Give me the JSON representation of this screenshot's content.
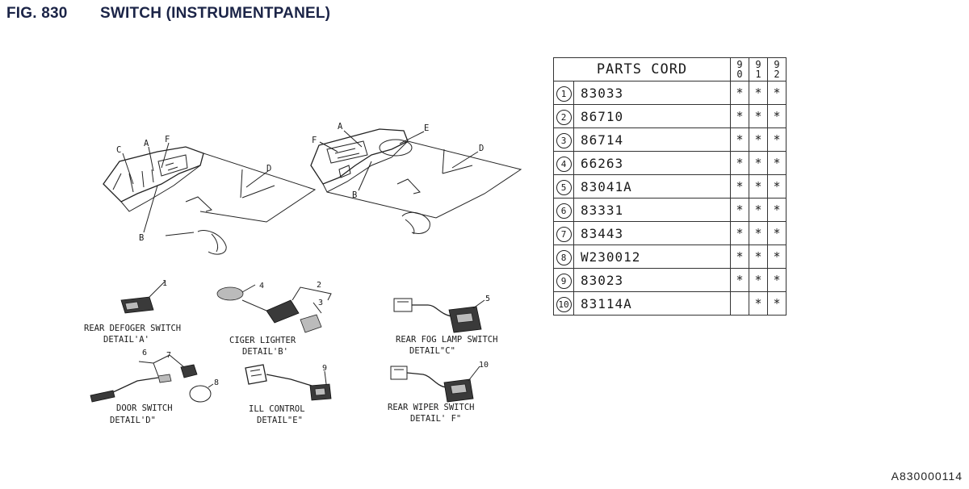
{
  "figure": {
    "number": "FIG. 830",
    "title": "SWITCH (INSTRUMENTPANEL)"
  },
  "overview_labels": {
    "left": {
      "c": "C",
      "a": "A",
      "f": "F",
      "d": "D",
      "b": "B"
    },
    "right": {
      "a": "A",
      "e": "E",
      "f": "F",
      "d": "D",
      "b": "B"
    }
  },
  "details": [
    {
      "callouts": [
        "1"
      ],
      "line1": "REAR DEFOGER SWITCH",
      "line2": "DETAIL'A'"
    },
    {
      "callouts": [
        "4",
        "2",
        "3"
      ],
      "line1": "CIGER LIGHTER",
      "line2": "DETAIL'B'"
    },
    {
      "callouts": [
        "5"
      ],
      "line1": "REAR FOG LAMP SWITCH",
      "line2": "DETAIL\"C\""
    },
    {
      "callouts": [
        "6",
        "7",
        "8"
      ],
      "line1": "DOOR SWITCH",
      "line2": "DETAIL'D\""
    },
    {
      "callouts": [
        "9"
      ],
      "line1": "ILL CONTROL",
      "line2": "DETAIL\"E\""
    },
    {
      "callouts": [
        "10"
      ],
      "line1": "REAR WIPER SWITCH",
      "line2": "DETAIL' F\""
    }
  ],
  "parts_table": {
    "header": "PARTS CORD",
    "years": [
      [
        "9",
        "0"
      ],
      [
        "9",
        "1"
      ],
      [
        "9",
        "2"
      ]
    ],
    "rows": [
      {
        "index": "1",
        "part": "83033",
        "marks": [
          "*",
          "*",
          "*"
        ]
      },
      {
        "index": "2",
        "part": "86710",
        "marks": [
          "*",
          "*",
          "*"
        ]
      },
      {
        "index": "3",
        "part": "86714",
        "marks": [
          "*",
          "*",
          "*"
        ]
      },
      {
        "index": "4",
        "part": "66263",
        "marks": [
          "*",
          "*",
          "*"
        ]
      },
      {
        "index": "5",
        "part": "83041A",
        "marks": [
          "*",
          "*",
          "*"
        ]
      },
      {
        "index": "6",
        "part": "83331",
        "marks": [
          "*",
          "*",
          "*"
        ]
      },
      {
        "index": "7",
        "part": "83443",
        "marks": [
          "*",
          "*",
          "*"
        ]
      },
      {
        "index": "8",
        "part": "W230012",
        "marks": [
          "*",
          "*",
          "*"
        ]
      },
      {
        "index": "9",
        "part": "83023",
        "marks": [
          "*",
          "*",
          "*"
        ]
      },
      {
        "index": "10",
        "part": "83114A",
        "marks": [
          "",
          "*",
          "*"
        ]
      }
    ]
  },
  "reference_code": "A830000114"
}
